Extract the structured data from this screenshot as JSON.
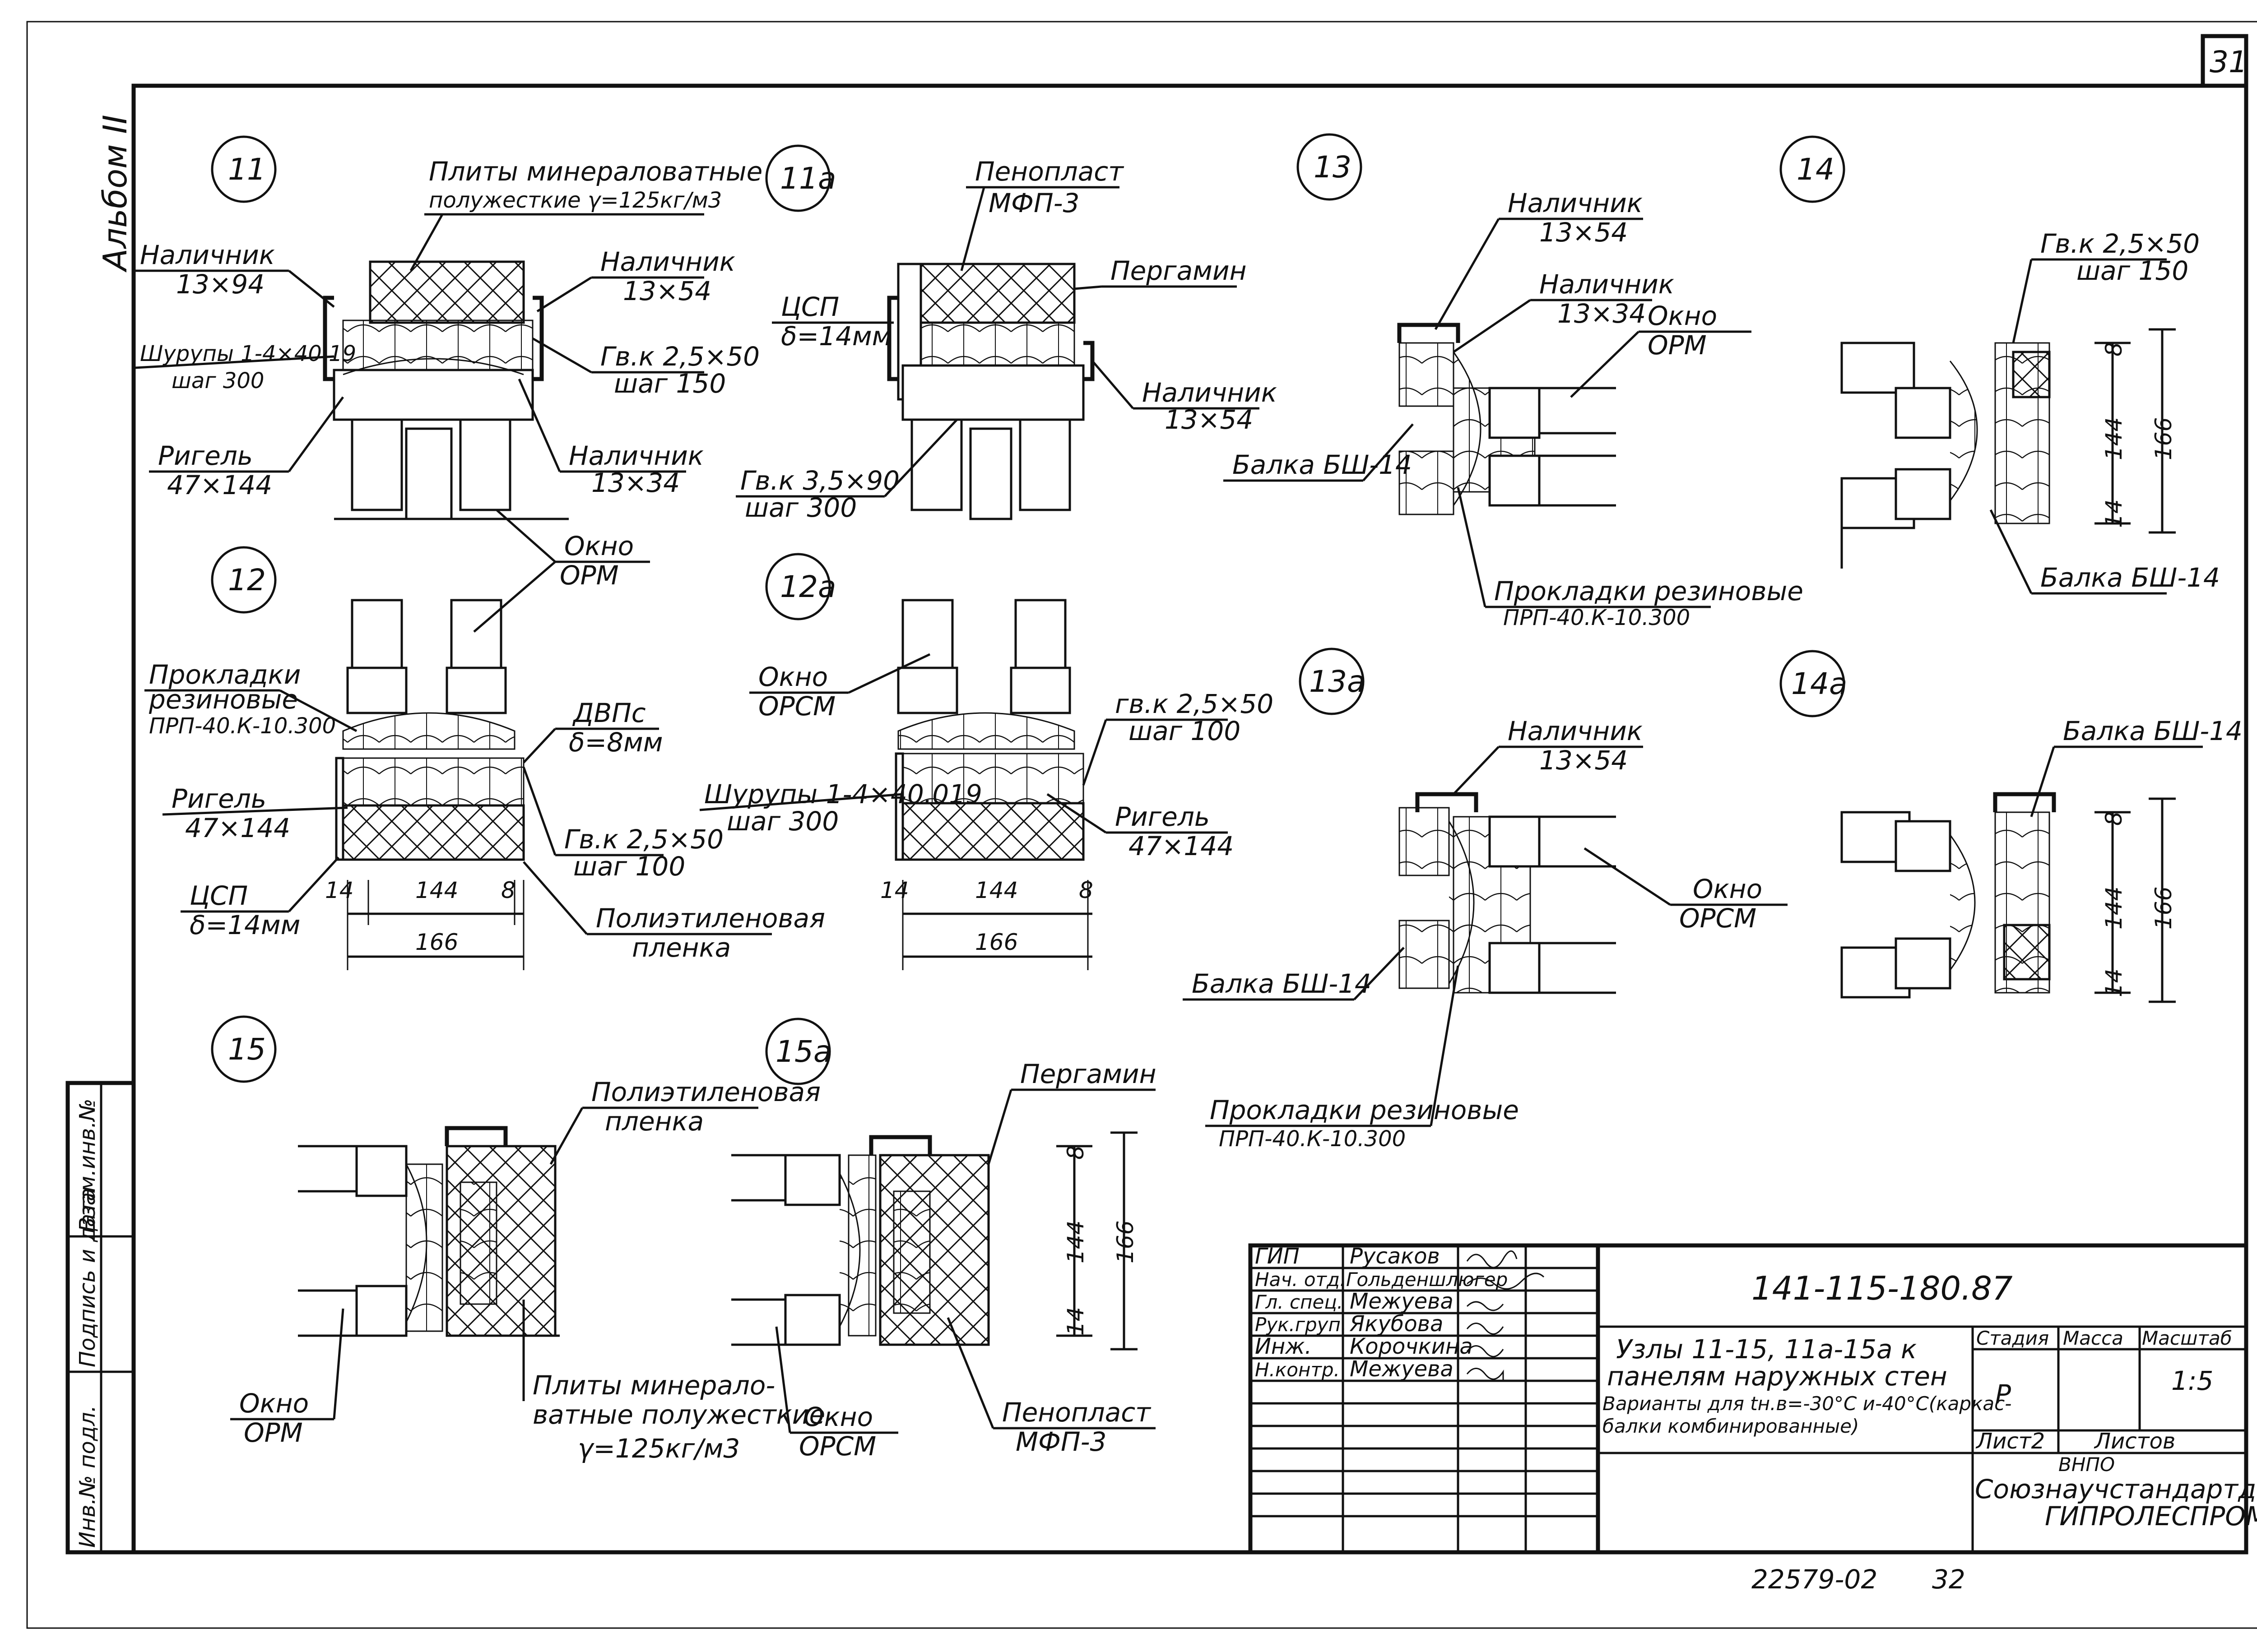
{
  "sheet": {
    "sheet_no": "31",
    "album": "Альбом II",
    "side_stamp": [
      "Инв.№ подл.",
      "Подпись и дата",
      "Взам.инв.№"
    ]
  },
  "details": {
    "d11": {
      "num": "11",
      "insul_1": "Плиты минераловатные",
      "insul_2": "полужесткие γ=125кг/м3",
      "trim_left_1": "Наличник",
      "trim_left_2": "13×94",
      "screws_1": "Шурупы 1-4×40.19",
      "screws_2": "шаг 300",
      "trim_right_1": "Наличник",
      "trim_right_2": "13×54",
      "nail_1": "Гв.к 2,5×50",
      "nail_2": "шаг 150",
      "beam_1": "Ригель",
      "beam_2": "47×144",
      "trim_low_1": "Наличник",
      "trim_low_2": "13×34"
    },
    "d11a": {
      "num": "11а",
      "foam_1": "Пенопласт",
      "foam_2": "МФП-3",
      "tsp_1": "ЦСП",
      "tsp_2": "δ=14мм",
      "pergamin": "Пергамин",
      "trim_1": "Наличник",
      "trim_2": "13×54",
      "nail_1": "Гв.к 3,5×90",
      "nail_2": "шаг 300"
    },
    "window_orm_1": "Окно",
    "window_orm_2": "ОРМ",
    "d12": {
      "num": "12",
      "gasket_1": "Прокладки",
      "gasket_2": "резиновые",
      "gasket_3": "ПРП-40.К-10.300",
      "dvp_1": "ДВПс",
      "dvp_2": "δ=8мм",
      "beam_1": "Ригель",
      "beam_2": "47×144",
      "nail_1": "Гв.к 2,5×50",
      "nail_2": "шаг 100",
      "tsp_1": "ЦСП",
      "tsp_2": "δ=14мм",
      "film_1": "Полиэтиленовая",
      "film_2": "пленка",
      "dim_a": "14",
      "dim_b": "144",
      "dim_c": "8",
      "dim_total": "166"
    },
    "d12a": {
      "num": "12а",
      "window_1": "Окно",
      "window_2": "ОРСМ",
      "nail_1": "гв.к 2,5×50",
      "nail_2": "шаг 100",
      "screws_1": "Шурупы 1-4×40.019",
      "screws_2": "шаг 300",
      "beam_1": "Ригель",
      "beam_2": "47×144",
      "dim_a": "14",
      "dim_b": "144",
      "dim_c": "8",
      "dim_total": "166"
    },
    "d13": {
      "num": "13",
      "trim_a_1": "Наличник",
      "trim_a_2": "13×54",
      "trim_b_1": "Наличник",
      "trim_b_2": "13×34",
      "window_1": "Окно",
      "window_2": "ОРМ",
      "beam": "Балка БШ-14",
      "gasket_1": "Прокладки резиновые",
      "gasket_2": "ПРП-40.К-10.300"
    },
    "d14": {
      "num": "14",
      "nail_1": "Гв.к 2,5×50",
      "nail_2": "шаг 150",
      "dim_a": "8",
      "dim_b": "144",
      "dim_c": "14",
      "dim_total": "166",
      "beam": "Балка БШ-14"
    },
    "d13a": {
      "num": "13а",
      "trim_1": "Наличник",
      "trim_2": "13×54",
      "window_1": "Окно",
      "window_2": "ОРСМ",
      "beam": "Балка БШ-14",
      "gasket_1": "Прокладки резиновые",
      "gasket_2": "ПРП-40.К-10.300"
    },
    "d14a": {
      "num": "14а",
      "beam": "Балка БШ-14",
      "dim_a": "8",
      "dim_b": "144",
      "dim_c": "14",
      "dim_total": "166"
    },
    "d15": {
      "num": "15",
      "film_1": "Полиэтиленовая",
      "film_2": "пленка",
      "window_1": "Окно",
      "window_2": "ОРМ",
      "insul_1": "Плиты минерало-",
      "insul_2": "ватные полужесткие",
      "insul_3": "γ=125кг/м3"
    },
    "d15a": {
      "num": "15а",
      "pergamin": "Пергамин",
      "dim_a": "8",
      "dim_b": "144",
      "dim_c": "14",
      "dim_total": "166",
      "window_1": "Окно",
      "window_2": "ОРСМ",
      "foam_1": "Пенопласт",
      "foam_2": "МФП-3"
    }
  },
  "title_block": {
    "code": "141-115-180.87",
    "roles": [
      {
        "role": "ГИП",
        "name": "Русаков"
      },
      {
        "role": "Нач. отд.",
        "name": "Гольденшлюгер"
      },
      {
        "role": "Гл. спец.",
        "name": "Межуева"
      },
      {
        "role": "Рук.груп.",
        "name": "Якубова"
      },
      {
        "role": "Инж.",
        "name": "Корочкина"
      },
      {
        "role": "Н.контр.",
        "name": "Межуева"
      }
    ],
    "title_1": "Узлы 11-15, 11а-15а к",
    "title_2": "панелям наружных стен",
    "title_3": "Варианты для tн.в=-30°С и-40°С(каркас-",
    "title_4": "балки комбинированные)",
    "stage_h": "Стадия",
    "mass_h": "Масса",
    "scale_h": "Масштаб",
    "stage": "Р",
    "scale": "1:5",
    "sheet_h": "Лист2",
    "sheets_h": "Листов",
    "org_1": "ВНПО",
    "org_2": "Союзнаучстандартдом",
    "org_3": "ГИПРОЛЕСПРОМ"
  },
  "footer": {
    "archive": "22579-02",
    "page": "32"
  }
}
